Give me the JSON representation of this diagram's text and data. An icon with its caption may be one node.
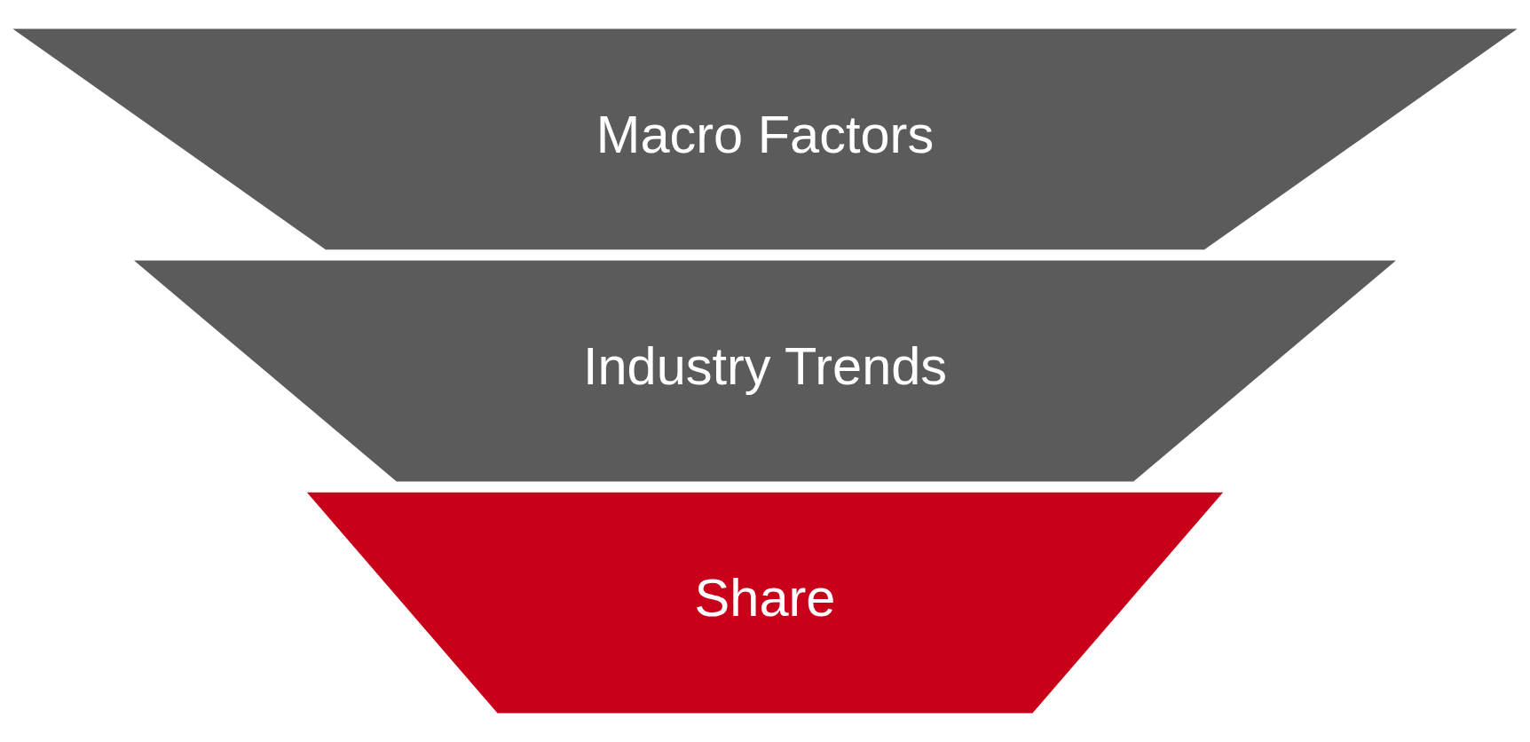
{
  "diagram": {
    "nodes": [
      {
        "text": [
          "Macro Factors"
        ]
      },
      {
        "text": [
          "Industry Trends"
        ]
      },
      {
        "text": [
          "Share"
        ]
      }
    ]
  }
}
